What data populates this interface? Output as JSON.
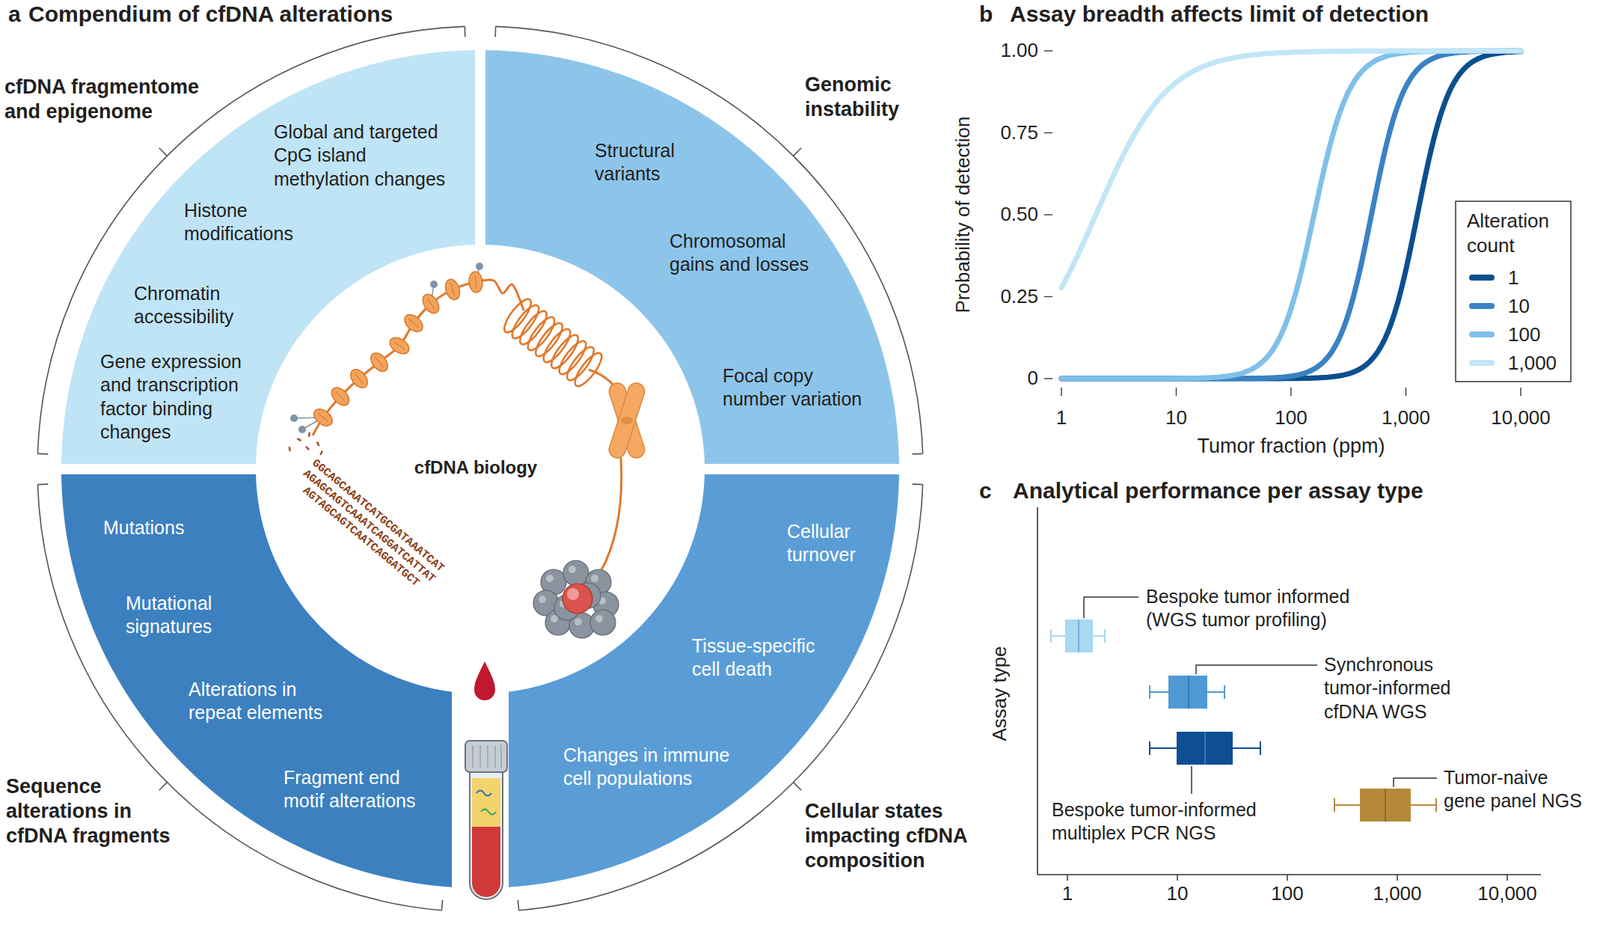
{
  "diagram": {
    "nodes": [
      {
        "text": [
          "cfDNA fragmentome and epigenome",
          "Global and targeted CpG island methylation changes",
          "Histone modifications",
          "Chromatin accessibility",
          "Gene expression and transcription factor binding changes"
        ]
      },
      {
        "text": [
          "Genomic instability",
          "Structural variants",
          "Chromosomal gains and losses",
          "Focal copy number variation"
        ]
      },
      {
        "text": [
          "Sequence alterations in cfDNA fragments",
          "Mutations",
          "Mutational signatures",
          "Alterations in repeat elements",
          "Fragment end motif alterations"
        ]
      },
      {
        "text": [
          "Cellular states impacting cfDNA composition",
          "Cellular turnover",
          "Tissue-specific cell death",
          "Changes in immune cell populations"
        ]
      },
      {
        "text": [
          "cfDNA biology"
        ]
      }
    ],
    "labels": [
      "a",
      "Compendium of cfDNA alterations",
      "b",
      "Assay breadth affects limit of detection",
      "c",
      "Analytical performance per assay type",
      "GGCAGCAAATCATGCGATAAATCAT",
      "AGAGCAGTCAAATCAGGATCATTAT",
      "AGTAGCAGTCAATCAGGATGCT",
      "Probability of detection",
      "1.00",
      "0.75",
      "0.50",
      "0.25",
      "0",
      "1",
      "10",
      "100",
      "1,000",
      "10,000",
      "Tumor fraction (ppm)",
      "Alteration count",
      "Assay type",
      "Bespoke tumor informed (WGS tumor profiling)",
      "Synchronous tumor-informed cfDNA WGS",
      "Bespoke tumor-informed multiplex PCR NGS",
      "Tumor-naive gene panel NGS",
      "1",
      "10",
      "100",
      "1,000",
      "10,000"
    ],
    "legend": [
      {
        "text": "1",
        "color": "#0b4f8f"
      },
      {
        "text": "10",
        "color": "#3a82c4"
      },
      {
        "text": "100",
        "color": "#80c0e8"
      },
      {
        "text": "1,000",
        "color": "#c2e6f7"
      }
    ]
  }
}
